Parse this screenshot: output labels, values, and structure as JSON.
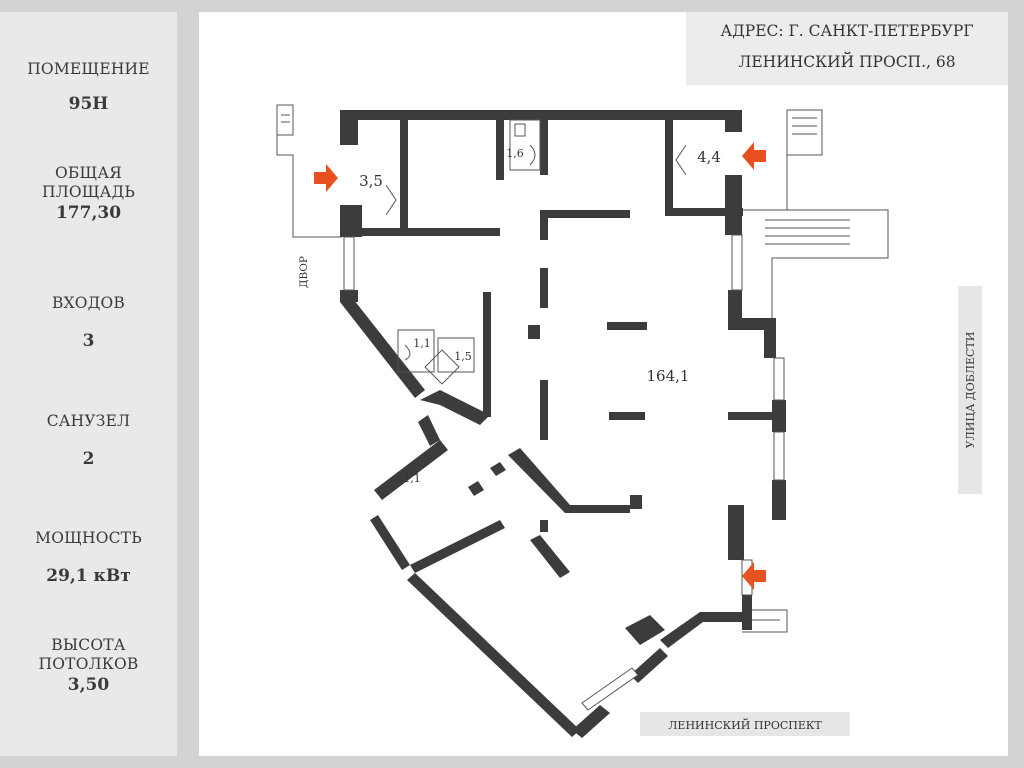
{
  "sidebar": {
    "premises_label": "ПОМЕЩЕНИЕ",
    "premises_value": "95Н",
    "area_label_1": "ОБЩАЯ",
    "area_label_2": "ПЛОЩАДЬ",
    "area_value": "177,30",
    "entrances_label": "ВХОДОВ",
    "entrances_value": "3",
    "bathroom_label": "САНУЗЕЛ",
    "bathroom_value": "2",
    "power_label": "МОЩНОСТЬ",
    "power_value": "29,1 кВт",
    "ceiling_label_1": "ВЫСОТА",
    "ceiling_label_2": "ПОТОЛКОВ",
    "ceiling_value": "3,50"
  },
  "address": {
    "line1": "АДРЕС: Г. САНКТ-ПЕТЕРБУРГ",
    "line2": "ЛЕНИНСКИЙ ПРОСП., 68"
  },
  "plan": {
    "room_left": "3,5",
    "room_wc_top": "1,6",
    "room_right": "4,4",
    "room_main": "164,1",
    "room_wc_1": "1,1",
    "room_wc_2": "1,5",
    "room_corridor": "1,1",
    "yard_label": "ДВОР",
    "street_right": "УЛИЦА ДОБЛЕСТИ",
    "street_bottom": "ЛЕНИНСКИЙ ПРОСПЕКТ"
  },
  "colors": {
    "wall": "#3c3c3c",
    "entrance_arrow": "#e8511f",
    "panel": "#e9e9e9"
  }
}
